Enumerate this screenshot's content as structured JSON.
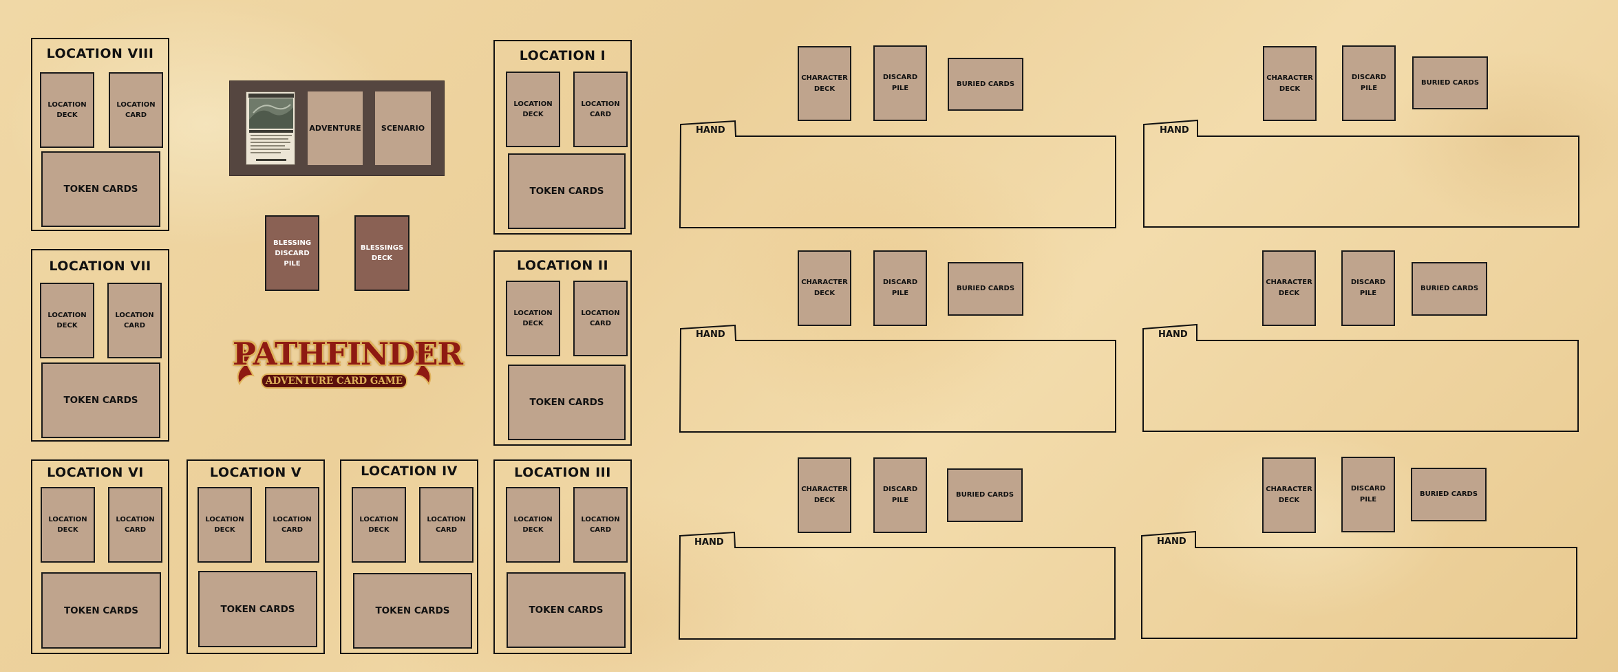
{
  "labels": {
    "location_deck": "LOCATION DECK",
    "location_card": "LOCATION CARD",
    "token_cards": "TOKEN CARDS",
    "character_deck": "CHARACTER DECK",
    "discard_pile": "DISCARD PILE",
    "buried_cards": "BURIED CARDS",
    "hand": "HAND"
  },
  "locations": {
    "viii": "LOCATION VIII",
    "vii": "LOCATION VII",
    "vi": "LOCATION VI",
    "v": "LOCATION V",
    "iv": "LOCATION IV",
    "iii": "LOCATION III",
    "ii": "LOCATION II",
    "i": "LOCATION I"
  },
  "scenario_tray": {
    "adventure": "ADVENTURE",
    "scenario": "SCENARIO"
  },
  "blessings": {
    "discard": "BLESSING DISCARD PILE",
    "deck": "BLESSINGS DECK"
  },
  "logo": {
    "main": "PATHFINDER",
    "sub": "ADVENTURE CARD GAME"
  },
  "colors": {
    "card": "#bfa48d",
    "blessing": "#8a6154",
    "tray": "#554640",
    "outline": "#111111",
    "logo_red": "#8e1a12",
    "logo_gold": "#e0b25a"
  }
}
